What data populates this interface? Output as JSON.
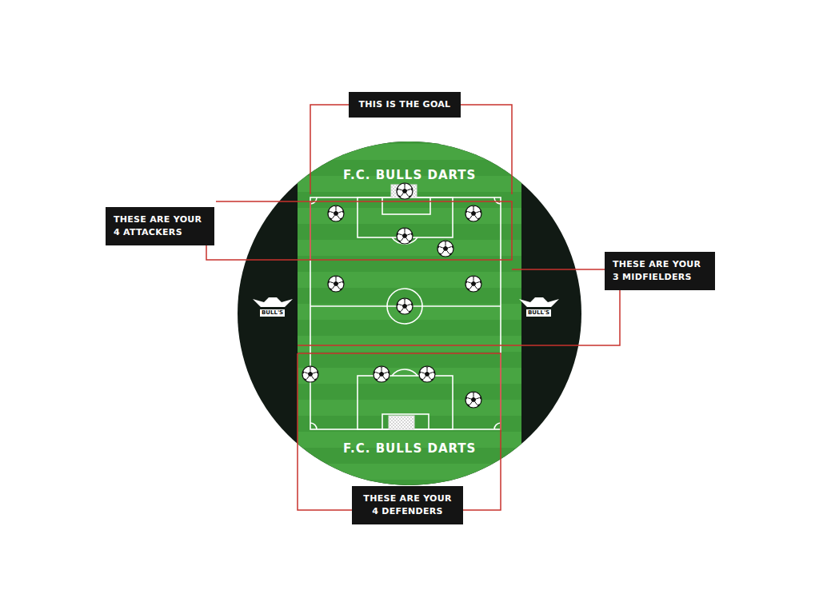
{
  "diagram": {
    "nodes": [
      {
        "text": [
          "THIS IS THE GOAL"
        ]
      },
      {
        "text": [
          "THESE ARE YOUR 4 ATTACKERS"
        ]
      },
      {
        "text": [
          "THESE ARE YOUR 3 MIDFIELDERS"
        ]
      },
      {
        "text": [
          "THESE ARE YOUR 4 DEFENDERS"
        ]
      }
    ],
    "labels": [
      "F.C. BULLS DARTS",
      "F.C. BULLS DARTS",
      "BULL'S",
      "BULL'S"
    ]
  }
}
